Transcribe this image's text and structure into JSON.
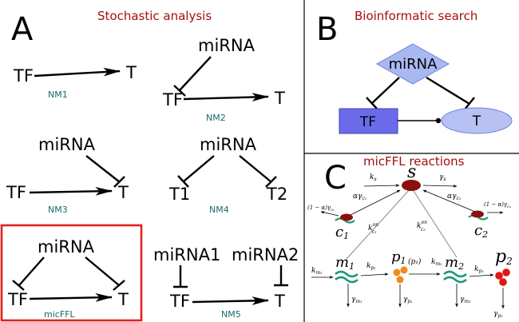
{
  "panel_a": {
    "letter": "A",
    "title": "Stochastic analysis",
    "nm1": {
      "left": "TF",
      "right": "T",
      "caption": "NM1"
    },
    "nm2": {
      "top": "miRNA",
      "left": "TF",
      "right": "T",
      "caption": "NM2"
    },
    "nm3": {
      "top": "miRNA",
      "left": "TF",
      "right": "T",
      "caption": "NM3"
    },
    "nm4": {
      "top": "miRNA",
      "left": "T1",
      "right": "T2",
      "caption": "NM4"
    },
    "micffl": {
      "top": "miRNA",
      "left": "TF",
      "right": "T",
      "caption": "micFFL"
    },
    "nm5": {
      "top_left": "miRNA1",
      "top_right": "miRNA2",
      "left": "TF",
      "right": "T",
      "caption": "NM5"
    }
  },
  "panel_b": {
    "letter": "B",
    "title": "Bioinformatic search",
    "mirna": "miRNA",
    "tf": "TF",
    "t": "T",
    "colors": {
      "diamond": "#aab8f2",
      "box": "#6b6bea",
      "ellipse": "#b8c1f4"
    }
  },
  "panel_c": {
    "letter": "C",
    "title": "micFFL reactions",
    "s": "s",
    "ks": "k",
    "ks_sub": "s",
    "gamma": "γ",
    "gamma_s_sub": "s",
    "c1": "c",
    "c1_sub": "1",
    "c2": "c",
    "c2_sub": "2",
    "m1": "m",
    "m1_sub": "1",
    "m2": "m",
    "m2_sub": "2",
    "p1": "p",
    "p1_sub": "1",
    "p2": "p",
    "p2_sub": "2",
    "alpha_gamma_c1": "αγ",
    "alpha_gamma_c1_sub": "c₁",
    "alpha_gamma_c2": "αγ",
    "alpha_gamma_c2_sub": "c₂",
    "one_minus_alpha_c1": "(1 − α)γ",
    "one_minus_alpha_c1_sub": "c₁",
    "one_minus_alpha_c2": "(1 − α)γ",
    "one_minus_alpha_c2_sub": "c₂",
    "kon": "k",
    "kon_sup": "on",
    "kon_c1_sub": "c₁",
    "kon_c2_sub": "c₂",
    "km1": "k",
    "km1_sub": "m₁",
    "kp1": "k",
    "kp1_sub": "p₁",
    "km2_label": "k",
    "km2_sub": "m₂",
    "km2_arg": "(p₁)",
    "kp2": "k",
    "kp2_sub": "p₂",
    "gm1": "γ",
    "gm1_sub": "m₁",
    "gp1": "γ",
    "gp1_sub": "p₁",
    "gm2": "γ",
    "gm2_sub": "m₂",
    "gp2": "γ",
    "gp2_sub": "p₂",
    "colors": {
      "s_node": "#8b0f0f",
      "mrna": "#1c9a7a",
      "p1": "#f28a1e",
      "p2": "#e01515",
      "title": "#a50e0e"
    }
  }
}
